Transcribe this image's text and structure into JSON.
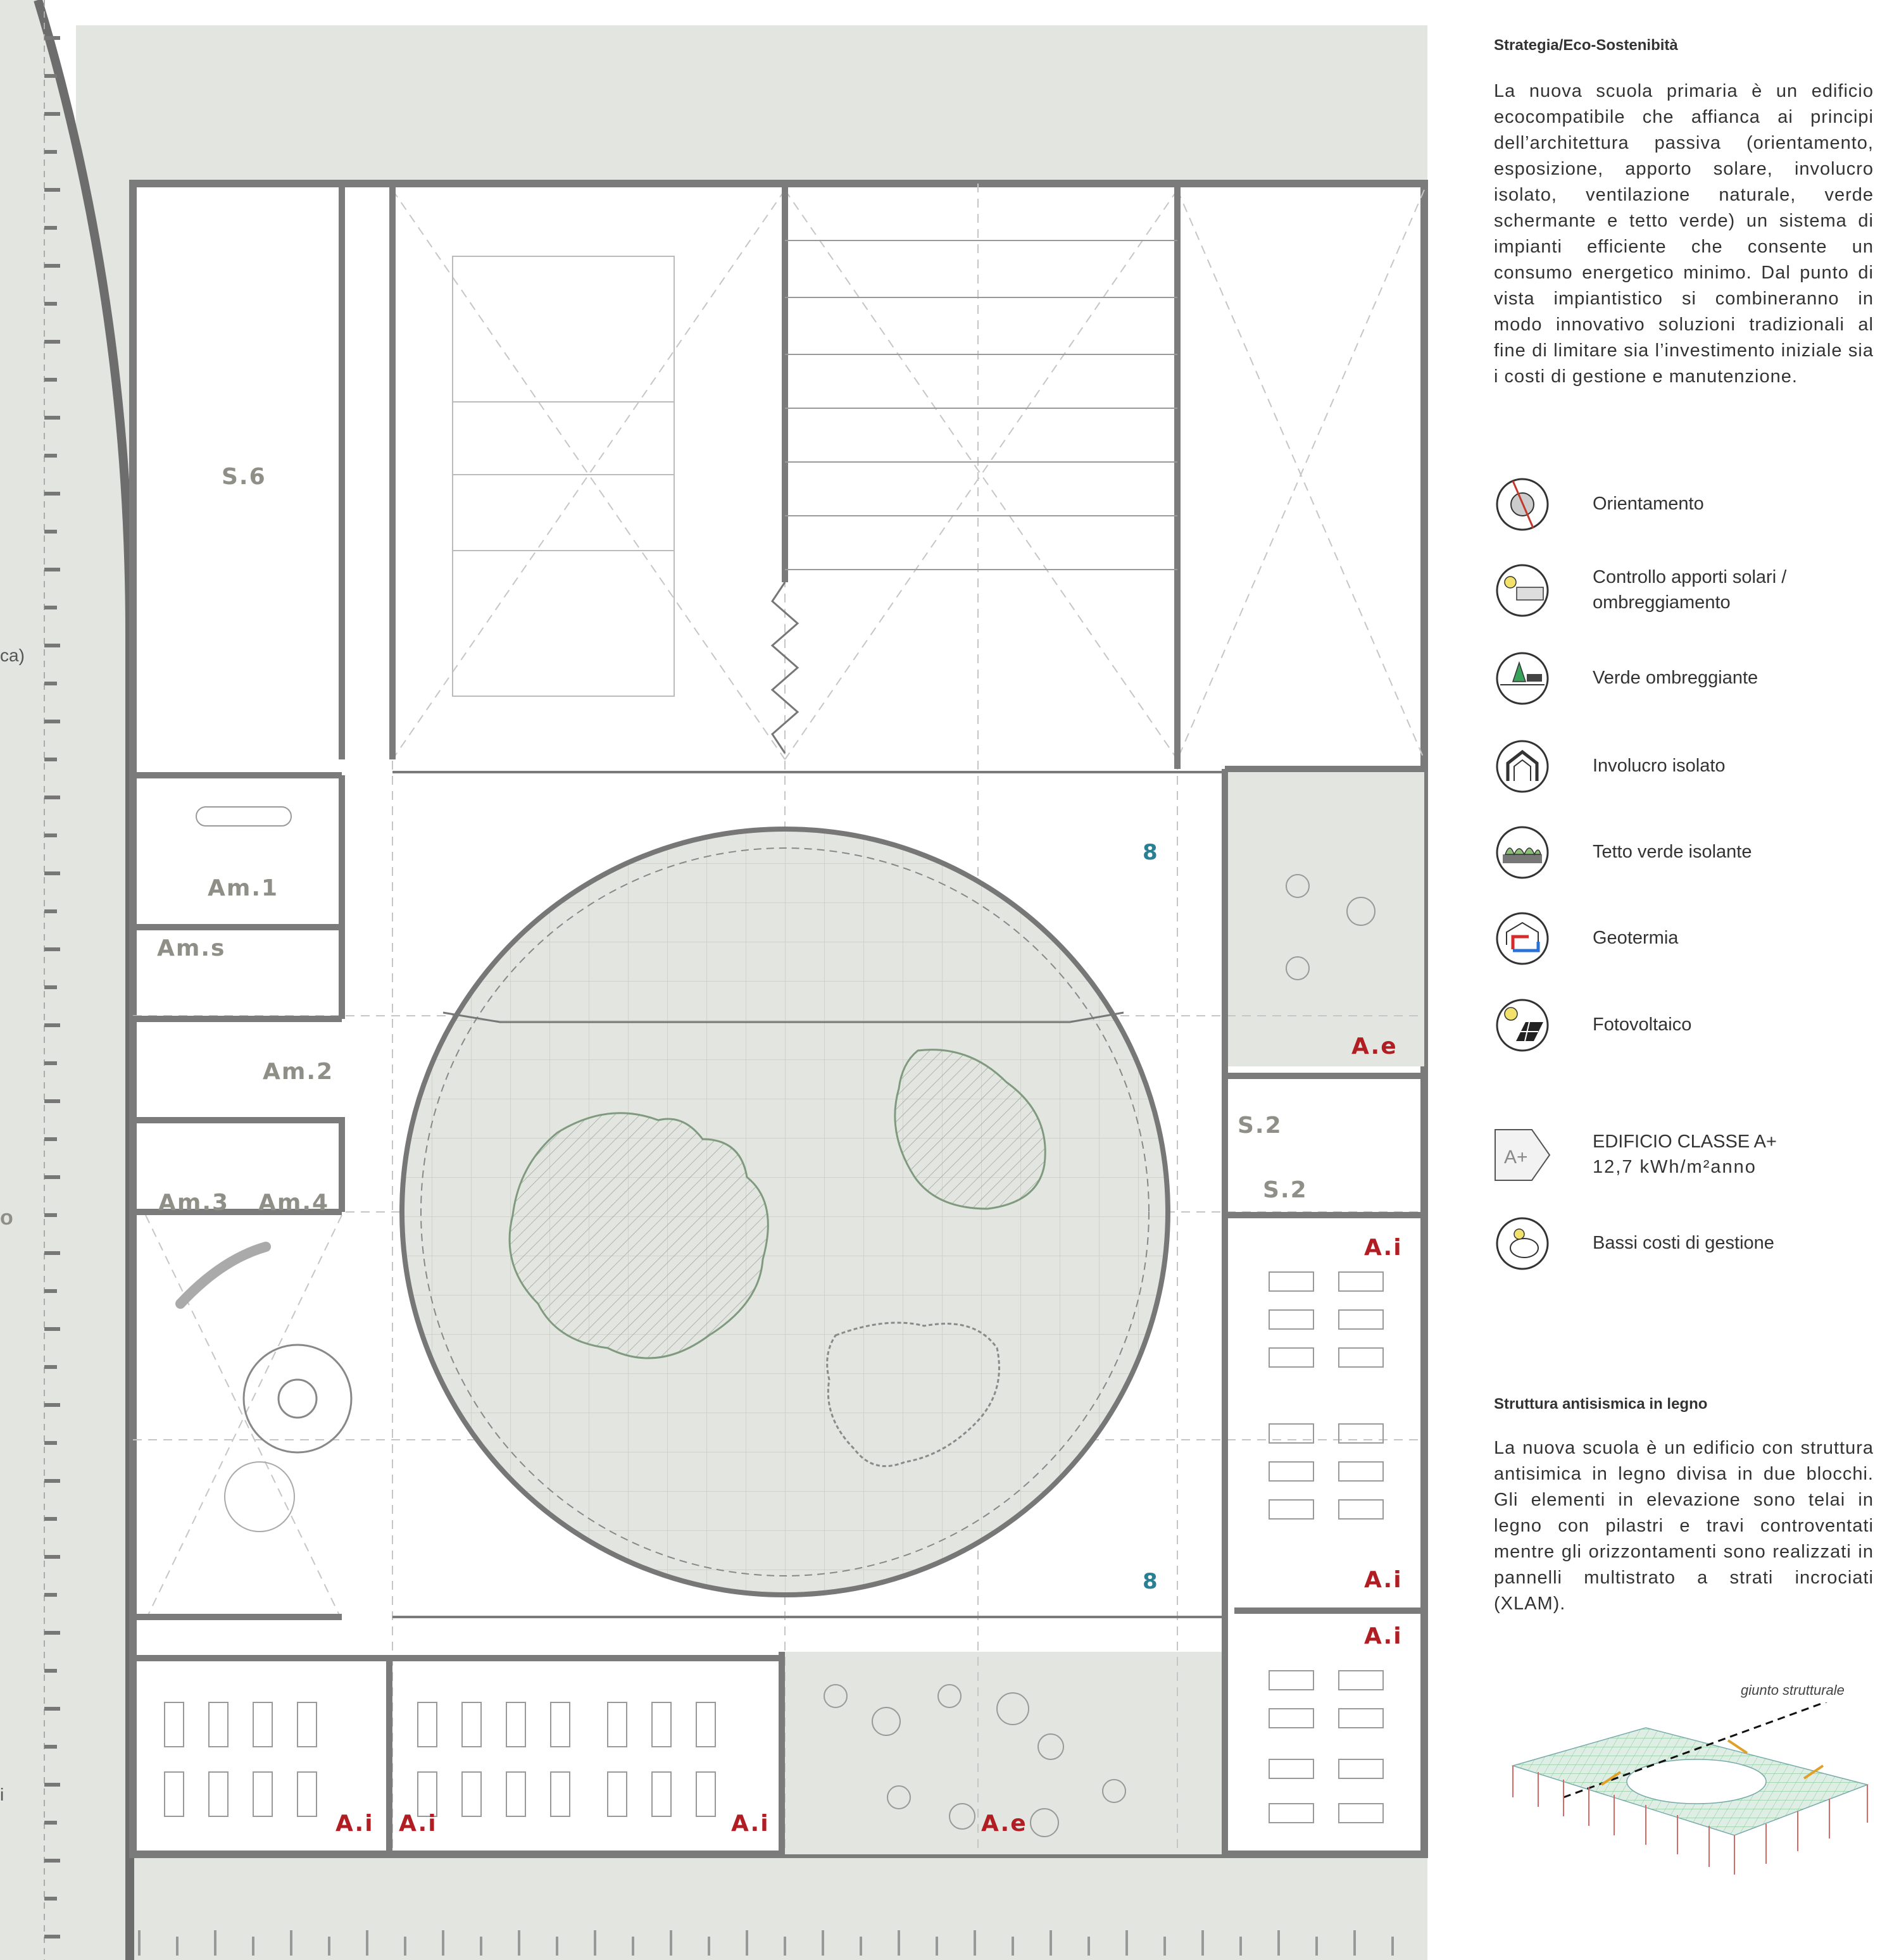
{
  "plan": {
    "rooms": {
      "s6": "S.6",
      "am1": "Am.1",
      "ams": "Am.s",
      "am2": "Am.2",
      "am3": "Am.3",
      "am4": "Am.4",
      "s2_top": "S.2",
      "s2_bottom": "S.2",
      "ae_right": "A.e",
      "ae_bottom": "A.e",
      "ai_right_1": "A.i",
      "ai_right_2": "A.i",
      "ai_right_3": "A.i",
      "ai_bottom_1": "A.i",
      "ai_bottom_2": "A.i",
      "ai_bottom_3": "A.i",
      "n8_top": "8",
      "n8_bottom": "8"
    },
    "edge_fragments": {
      "left_1": "ca)",
      "left_2": "o",
      "left_3": "i"
    }
  },
  "eco": {
    "title": "Strategia/Eco-Sostenibità",
    "text": "La nuova scuola primaria è un edificio ecocompatibile che affianca ai principi dell’architettura passiva (orientamento, esposizione, apporto solare, involucro isolato, ventilazione naturale, verde schermante e tetto verde) un sistema di impianti efficiente che consente un consumo energetico minimo. Dal punto di vista impiantistico si combineranno in modo innovativo soluzioni tradizionali al fine di limitare sia l’investimento iniziale sia i costi di gestione e manutenzione."
  },
  "legend": [
    {
      "icon": "compass-icon",
      "label": "Orientamento"
    },
    {
      "icon": "sun-shading-icon",
      "label": "Controllo apporti solari / ombreggiamento"
    },
    {
      "icon": "tree-shade-icon",
      "label": "Verde ombreggiante"
    },
    {
      "icon": "insulated-house-icon",
      "label": "Involucro isolato"
    },
    {
      "icon": "green-roof-icon",
      "label": "Tetto verde isolante"
    },
    {
      "icon": "geothermal-icon",
      "label": "Geotermia"
    },
    {
      "icon": "solar-panel-icon",
      "label": "Fotovoltaico"
    },
    {
      "icon": "energy-class-icon",
      "badge": "A+",
      "label": "EDIFICIO CLASSE A+",
      "sublabel": "12,7 kWh/m²anno"
    },
    {
      "icon": "piggy-bank-icon",
      "label": "Bassi costi di gestione"
    }
  ],
  "structure": {
    "title": "Struttura antisismica in legno",
    "text": "La nuova scuola è un edificio con struttura antisimica in legno divisa in due blocchi. Gli elementi in elevazione sono telai in legno con pilastri e travi controventati mentre gli orizzontamenti sono realizzati in pannelli multistrato a strati incrociati (XLAM).",
    "axo_caption": "giunto strutturale"
  },
  "colors": {
    "ground": "#e3e6e0",
    "wall": "#7b7b7b",
    "accent_red": "#b01e24",
    "accent_teal": "#2a7f93",
    "label_grey": "#8f8f88"
  }
}
